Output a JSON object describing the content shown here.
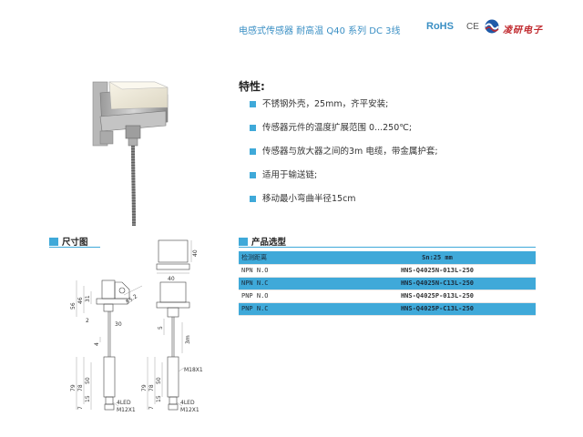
{
  "header": {
    "title": "电感式传感器 耐高温 Q40 系列 DC 3线",
    "rohs": "RoHS",
    "ce": "CE",
    "brand": "凌研电子",
    "colors": {
      "accent": "#3fa9d9",
      "title": "#3a8fc4",
      "brand": "#c0282d"
    }
  },
  "features": {
    "title": "特性:",
    "items": [
      "不锈钢外壳，25mm，齐平安装;",
      "传感器元件的温度扩展范围 0...250℃;",
      "传感器与放大器之间的3m 电缆，带金属护套;",
      "适用于输送链;",
      "移动最小弯曲半径15cm"
    ]
  },
  "dimensions": {
    "title": "尺寸图",
    "labels": {
      "d40": "40",
      "d56": "56",
      "d46": "46",
      "d31": "31",
      "d2": "2",
      "d30": "30",
      "d55": "55.2",
      "d4": "4",
      "d79": "79",
      "d78": "78",
      "d50": "50",
      "d15": "15",
      "d7": "7",
      "d5": "5",
      "d3m": "3m",
      "m18": "M18X1",
      "m12": "M12X1",
      "led": "4LED"
    }
  },
  "selection": {
    "title": "产品选型",
    "header_left": "检测距离",
    "header_right": "Sn:25 mm",
    "rows": [
      {
        "type": "NPN N.O",
        "model": "HNS-Q4025N-013L-250"
      },
      {
        "type": "NPN N.C",
        "model": "HNS-Q4025N-C13L-250"
      },
      {
        "type": "PNP N.O",
        "model": "HNS-Q4025P-013L-250"
      },
      {
        "type": "PNP N.C",
        "model": "HNS-Q4025P-C13L-250"
      }
    ]
  }
}
